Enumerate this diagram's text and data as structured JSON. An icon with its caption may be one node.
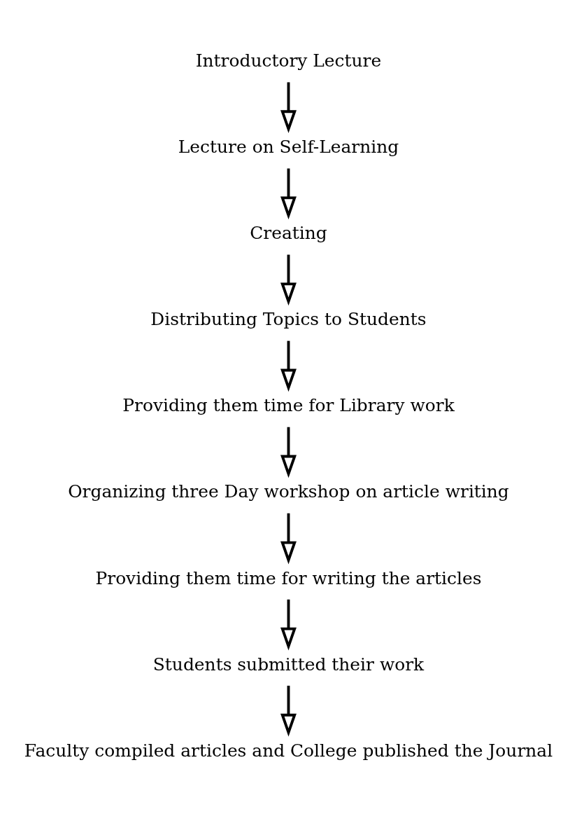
{
  "diagram": {
    "nodes": [
      {
        "text": [
          "Introductory Lecture"
        ]
      },
      {
        "text": [
          "Lecture on Self-Learning"
        ]
      },
      {
        "text": [
          "Creating"
        ]
      },
      {
        "text": [
          "Distributing Topics to Students"
        ]
      },
      {
        "text": [
          "Providing them time for Library work"
        ]
      },
      {
        "text": [
          "Organizing three Day workshop on article writing"
        ]
      },
      {
        "text": [
          "Providing them time for writing the articles"
        ]
      },
      {
        "text": [
          "Students submitted their work"
        ]
      },
      {
        "text": [
          "Faculty compiled articles and College published the Journal"
        ]
      }
    ],
    "edges": [
      {
        "from": 0,
        "to": 1,
        "arrow": "to"
      },
      {
        "from": 1,
        "to": 2,
        "arrow": "to"
      },
      {
        "from": 2,
        "to": 3,
        "arrow": "to"
      },
      {
        "from": 3,
        "to": 4,
        "arrow": "to"
      },
      {
        "from": 4,
        "to": 5,
        "arrow": "to"
      },
      {
        "from": 5,
        "to": 6,
        "arrow": "to"
      },
      {
        "from": 6,
        "to": 7,
        "arrow": "to"
      },
      {
        "from": 7,
        "to": 8,
        "arrow": "to"
      }
    ]
  }
}
